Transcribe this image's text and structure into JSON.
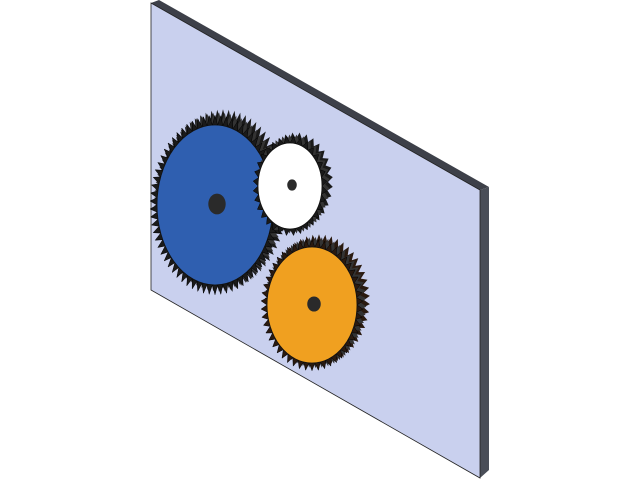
{
  "scene": {
    "background": "#ffffff",
    "plate": {
      "face_color": "#c9d0ee",
      "edge_color": "#3d4049"
    },
    "gears": [
      {
        "name": "large-gear",
        "face_color": "#2f5fb0",
        "teeth_color": "#1a1a1a"
      },
      {
        "name": "small-gear",
        "face_color": "#ffffff",
        "teeth_color": "#1a1a1a"
      },
      {
        "name": "medium-gear",
        "face_color": "#f0a020",
        "teeth_color": "#2a1a10"
      }
    ],
    "hub_color": "#2a2a2a"
  }
}
